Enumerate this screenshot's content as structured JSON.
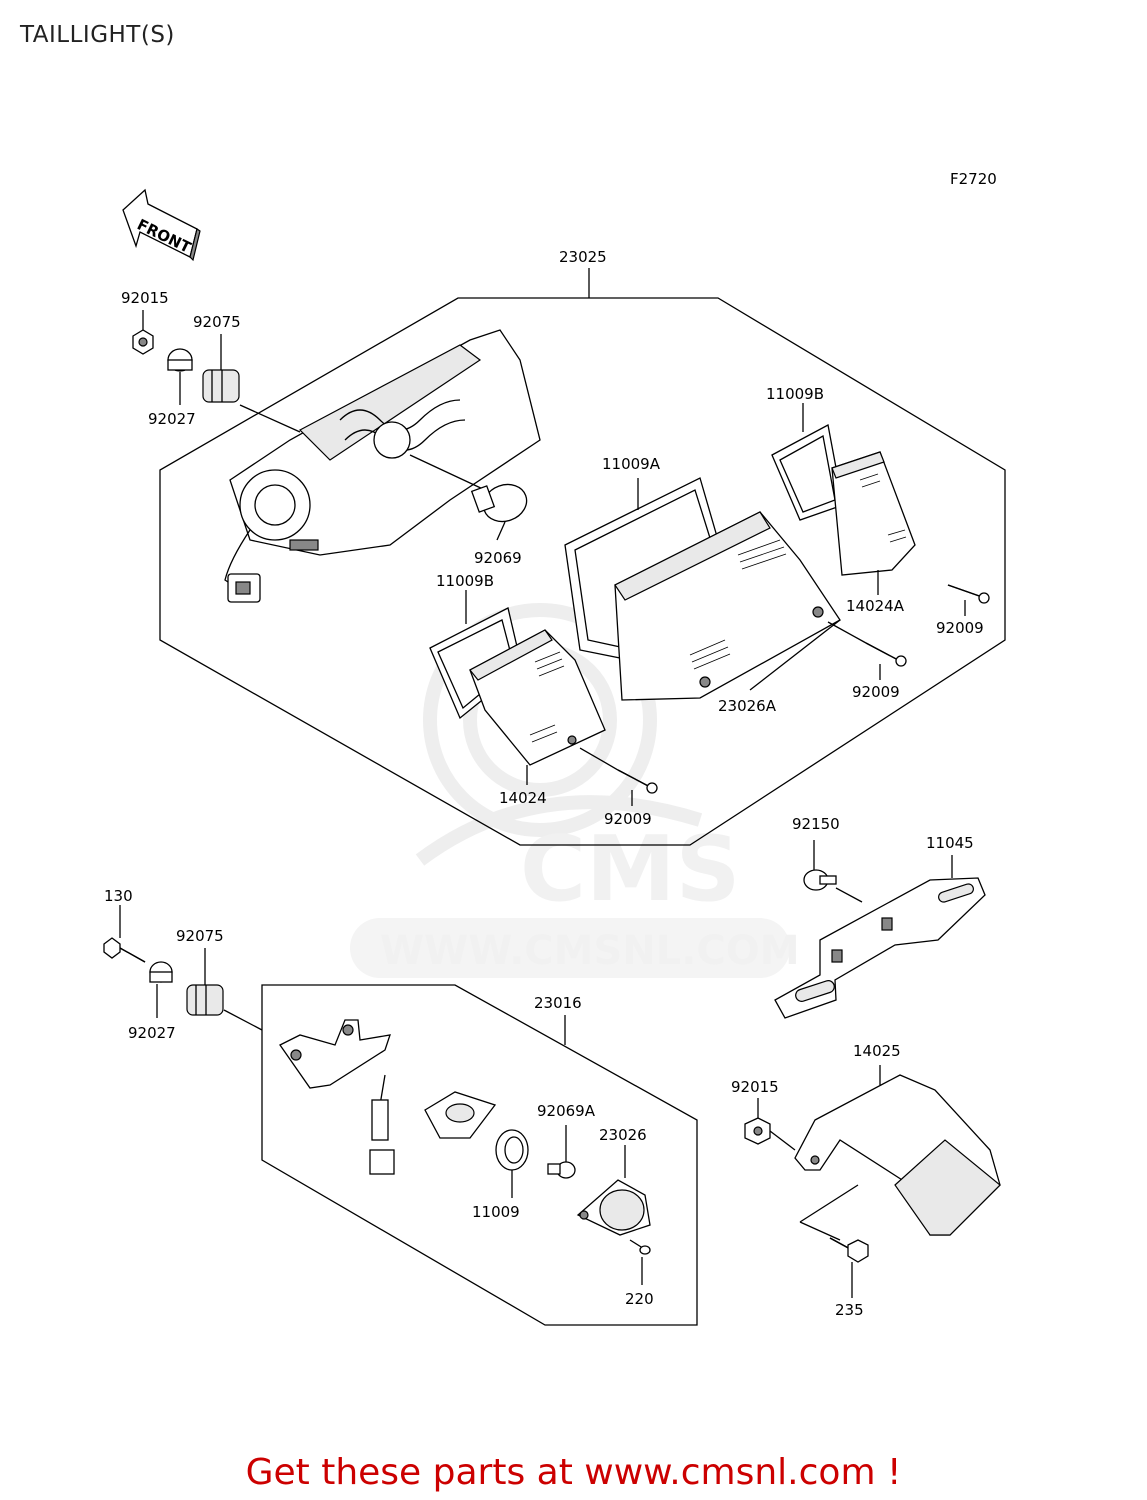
{
  "page": {
    "title": "TAILLIGHT(S)",
    "figure_code": "F2720",
    "front_label": "FRONT",
    "watermark_brand": "CMS",
    "watermark_url": "WWW.CMSNL.COM",
    "promo": "Get these parts at www.cmsnl.com !"
  },
  "labels": {
    "p23025": "23025",
    "p92015_top": "92015",
    "p92075_top": "92075",
    "p92027_top": "92027",
    "p92069": "92069",
    "p11009B_upper": "11009B",
    "p11009A": "11009A",
    "p11009B_lower": "11009B",
    "p14024A": "14024A",
    "p92009_right": "92009",
    "p92009_mid": "92009",
    "p23026A": "23026A",
    "p14024": "14024",
    "p92009_bottom": "92009",
    "p92150": "92150",
    "p11045": "11045",
    "p130": "130",
    "p92075_bottom": "92075",
    "p92027_bottom": "92027",
    "p23016": "23016",
    "p92069A": "92069A",
    "p23026": "23026",
    "p11009": "11009",
    "p220": "220",
    "p14025": "14025",
    "p92015_bottom": "92015",
    "p235": "235"
  }
}
